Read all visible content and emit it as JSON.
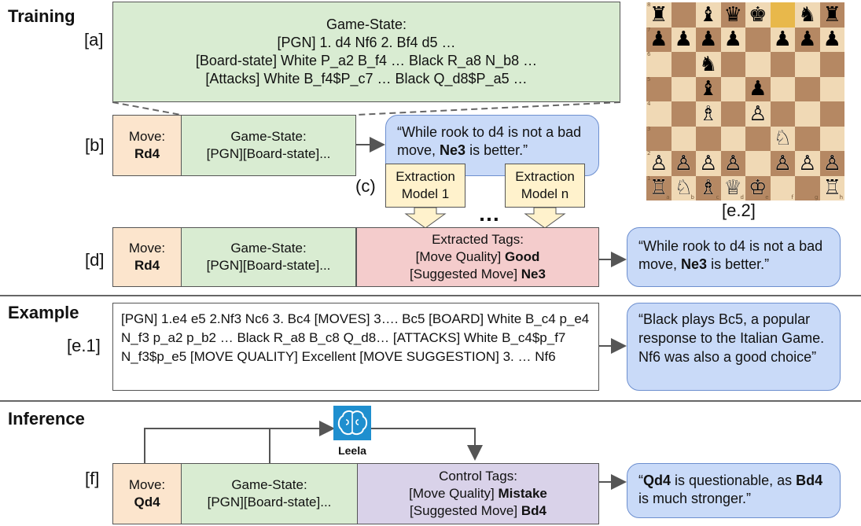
{
  "sections": {
    "training": "Training",
    "example": "Example",
    "inference": "Inference"
  },
  "refs": {
    "a": "[a]",
    "b": "[b]",
    "c": "(c)",
    "d": "[d]",
    "e1": "[e.1]",
    "e2": "[e.2]",
    "f": "[f]"
  },
  "box_a": {
    "line1": "Game-State:",
    "line2": "[PGN] 1. d4 Nf6 2. Bf4 d5 …",
    "line3": "[Board-state] White P_a2 B_f4 … Black R_a8 N_b8 …",
    "line4": "[Attacks] White B_f4$P_c7 … Black Q_d8$P_a5 …"
  },
  "row_b": {
    "move_label": "Move:",
    "move": "Rd4",
    "state_label": "Game-State:",
    "state": "[PGN][Board-state]...",
    "comment_pre": "“While rook to d4 is not a bad move, ",
    "comment_bold": "Ne3",
    "comment_post": " is better.”"
  },
  "extraction": {
    "model1_l1": "Extraction",
    "model1_l2": "Model 1",
    "modeln_l1": "Extraction",
    "modeln_l2": "Model n",
    "ellipsis": "…"
  },
  "row_d": {
    "move_label": "Move:",
    "move": "Rd4",
    "state_label": "Game-State:",
    "state": "[PGN][Board-state]...",
    "tags_title": "Extracted Tags:",
    "tag1_label": "[Move Quality] ",
    "tag1_value": "Good",
    "tag2_label": "[Suggested Move] ",
    "tag2_value": "Ne3",
    "comment_pre": "“While rook to d4 is not a bad move, ",
    "comment_bold": "Ne3",
    "comment_post": " is better.”"
  },
  "example": {
    "input": "[PGN] 1.e4 e5 2.Nf3 Nc6 3. Bc4 [MOVES] 3…. Bc5 [BOARD] White B_c4 p_e4 N_f3 p_a2 p_b2 … Black R_a8 B_c8 Q_d8… [ATTACKS] White B_c4$p_f7 N_f3$p_e5 [MOVE QUALITY] Excellent [MOVE SUGGESTION] 3. … Nf6",
    "output": "“Black plays Bc5, a popular response to the Italian Game. Nf6 was also a good choice”"
  },
  "inference": {
    "engine_label": "Leela",
    "move_label": "Move:",
    "move": "Qd4",
    "state_label": "Game-State:",
    "state": "[PGN][Board-state]...",
    "tags_title": "Control Tags:",
    "tag1_label": "[Move Quality] ",
    "tag1_value": "Mistake",
    "tag2_label": "[Suggested Move] ",
    "tag2_value": "Bd4",
    "comment_b1": "Qd4",
    "comment_mid": " is questionable, as ",
    "comment_b2": "Bd4",
    "comment_post": " is much stronger.”",
    "comment_open": "“"
  },
  "board": {
    "light": "#f0d9b5",
    "dark": "#b58863",
    "highlight": "#e8b84b",
    "rows": [
      "r.bqk.nr",
      "pppp.ppp",
      "..n.....",
      "..b.p...",
      "..B.P...",
      ".....N..",
      "PPPP.PPP",
      "RNBQK..R"
    ],
    "rank_labels": [
      "8",
      "7",
      "6",
      "5",
      "4",
      "3",
      "2",
      "1"
    ],
    "file_labels": [
      "a",
      "b",
      "c",
      "d",
      "e",
      "f",
      "g",
      "h"
    ]
  },
  "colors": {
    "green": "#d9ecd2",
    "peach": "#fce5cd",
    "red": "#f4cccc",
    "purple": "#d9d2e9",
    "blue": "#c9daf8",
    "yellow": "#fff2cc"
  }
}
